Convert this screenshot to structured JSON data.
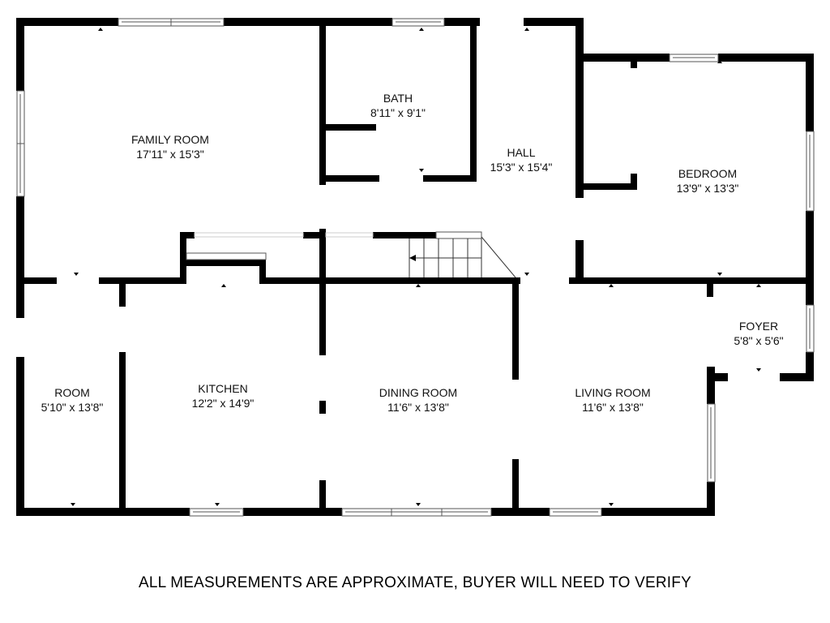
{
  "floorplan": {
    "rooms": [
      {
        "id": "family-room",
        "name": "FAMILY ROOM",
        "dims": "17'11\" x 15'3\""
      },
      {
        "id": "bath",
        "name": "BATH",
        "dims": "8'11\" x 9'1\""
      },
      {
        "id": "hall",
        "name": "HALL",
        "dims": "15'3\" x 15'4\""
      },
      {
        "id": "bedroom",
        "name": "BEDROOM",
        "dims": "13'9\" x 13'3\""
      },
      {
        "id": "room",
        "name": "ROOM",
        "dims": "5'10\" x 13'8\""
      },
      {
        "id": "kitchen",
        "name": "KITCHEN",
        "dims": "12'2\" x 14'9\""
      },
      {
        "id": "dining-room",
        "name": "DINING ROOM",
        "dims": "11'6\" x 13'8\""
      },
      {
        "id": "living-room",
        "name": "LIVING ROOM",
        "dims": "11'6\" x 13'8\""
      },
      {
        "id": "foyer",
        "name": "FOYER",
        "dims": "5'8\" x 5'6\""
      }
    ],
    "disclaimer": "ALL MEASUREMENTS ARE APPROXIMATE, BUYER WILL NEED TO VERIFY",
    "colors": {
      "wall": "#000000",
      "background": "#ffffff",
      "window_stroke": "#555555"
    }
  }
}
